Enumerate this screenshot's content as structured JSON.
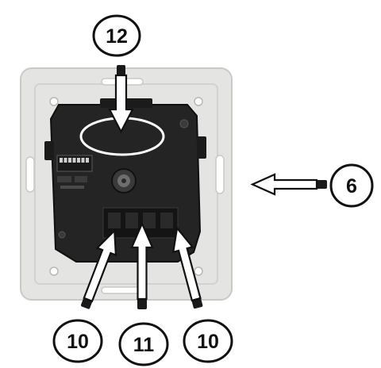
{
  "colors": {
    "frame": "#e4e4e2",
    "frame_shadow": "#c9c9c6",
    "module_body": "#242424",
    "module_edge": "#0f0f0f",
    "highlight_ellipse": "#ffffff",
    "callout_stroke": "#111111"
  },
  "callouts": {
    "c12": "12",
    "c6": "6",
    "c10_left": "10",
    "c11": "11",
    "c10_right": "10"
  }
}
